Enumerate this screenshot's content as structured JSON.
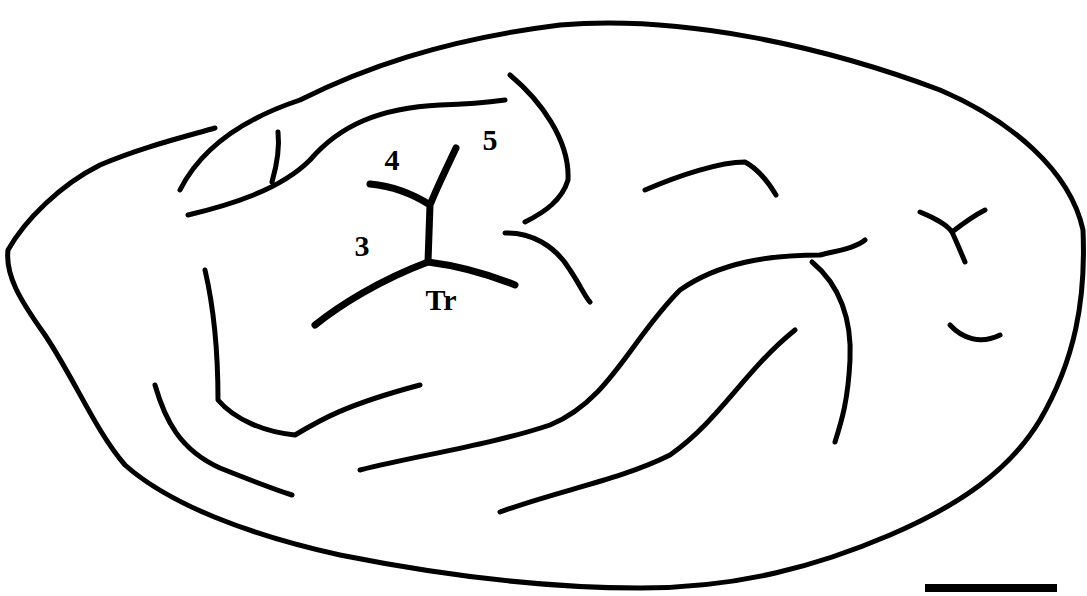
{
  "diagram": {
    "labels": [
      "4",
      "5",
      "3",
      "Tr"
    ]
  }
}
